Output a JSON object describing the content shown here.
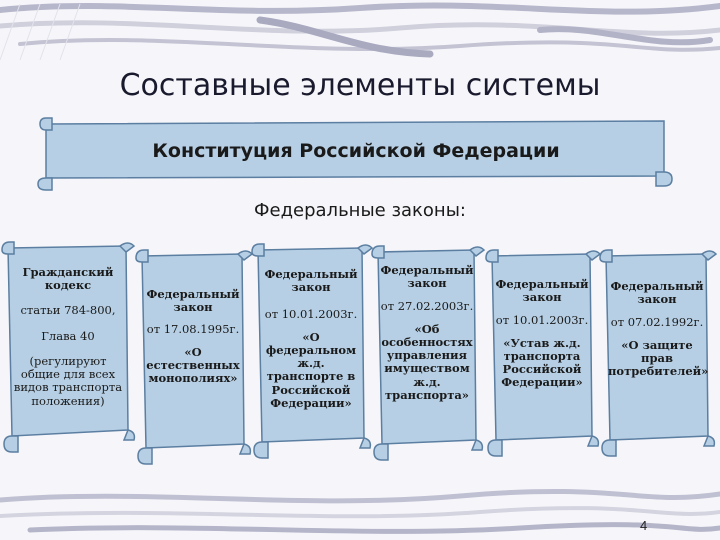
{
  "title": "Составные элементы системы",
  "banner": "Конституция Российской Федерации",
  "subtitle": "Федеральные законы:",
  "scrolls": [
    {
      "heading": "Гражданский кодекс",
      "line1": "статьи 784-800,",
      "line2": "Глава 40",
      "line3": "(регулируют общие для всех видов транспорта положения)"
    },
    {
      "heading": "Федеральный закон",
      "date": "от 17.08.1995г.",
      "name": "«О естественных монополиях»"
    },
    {
      "heading": "Федеральный закон",
      "date": "от 10.01.2003г.",
      "name": "«О федеральном ж.д. транспорте в Российской Федерации»"
    },
    {
      "heading": "Федеральный закон",
      "date": "от 27.02.2003г.",
      "name": "«Об особенностях управления имуществом ж.д. транспорта»"
    },
    {
      "heading": "Федеральный закон",
      "date": "от 10.01.2003г.",
      "name": "«Устав ж.д. транспорта Российской Федерации»"
    },
    {
      "heading": "Федеральный закон",
      "date": "от 07.02.1992г.",
      "name": "«О защите прав потребителей»"
    }
  ],
  "page_number": "4",
  "colors": {
    "scroll_fill": "#b6cfe4",
    "scroll_stroke": "#5b7ea1",
    "background": "#f6f6fa"
  }
}
